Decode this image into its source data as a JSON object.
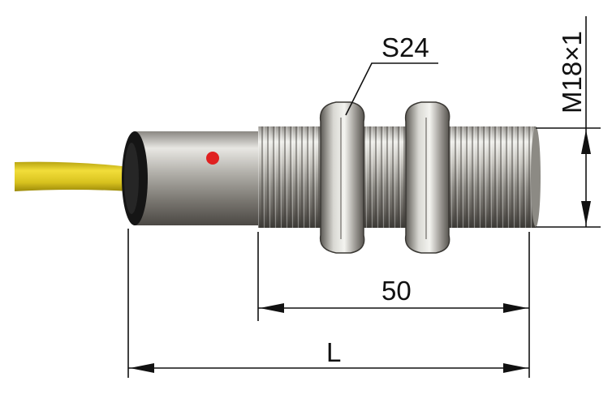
{
  "labels": {
    "wrench_size": "S24",
    "thread_spec": "M18×1",
    "thread_length": "50",
    "overall_length": "L"
  },
  "colors": {
    "cable": "#d8c21e",
    "led": "#e02020",
    "metal_light": "#e6e6e2",
    "metal_dark": "#6e6b66",
    "cap": "#151515",
    "dimension_line": "#111111"
  },
  "icons": {
    "indicator": "led-dot",
    "arrow": "dimension-arrowhead"
  }
}
